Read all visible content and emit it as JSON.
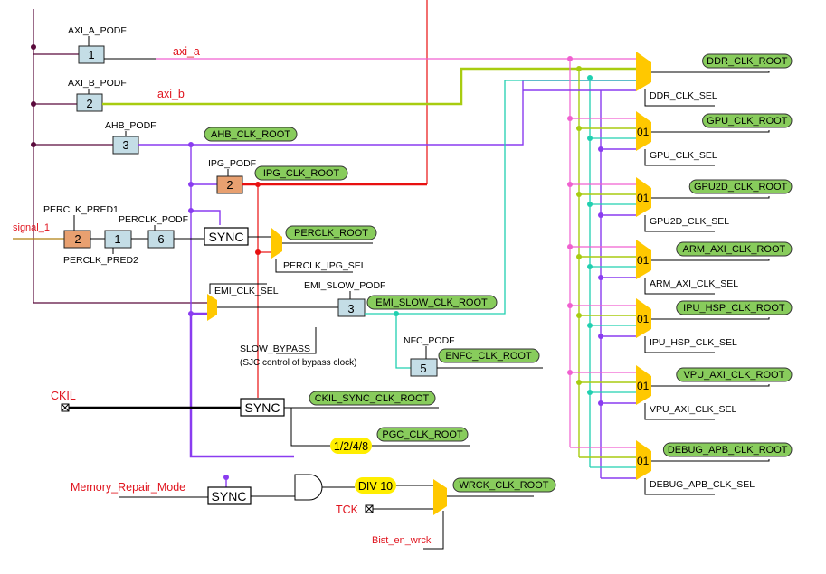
{
  "diagram": {
    "title": "Clock tree schematic",
    "colors": {
      "divider_box": "#c4dde6",
      "divider_box_orange": "#e8a070",
      "clock_root_pill": "#88cc5c",
      "mux": "#ffc800",
      "fixed_divider": "#ffee00",
      "signal_label": "#e0141e",
      "net_pink": "#f060d0",
      "net_lime": "#a8cc10",
      "net_teal": "#20d0b0",
      "net_purple": "#8a3cf0",
      "net_red": "#e81010",
      "net_darkpurple": "#5a0a3c"
    },
    "signals": {
      "axi_a": "axi_a",
      "axi_b": "axi_b",
      "signal_1": "signal_1",
      "ckil": "CKIL",
      "memory_repair_mode": "Memory_Repair_Mode",
      "tck": "TCK",
      "bist_en_wrck": "Bist_en_wrck"
    },
    "dividers": {
      "axi_a_podf": {
        "label": "AXI_A_PODF",
        "value": "1"
      },
      "axi_b_podf": {
        "label": "AXI_B_PODF",
        "value": "2"
      },
      "ahb_podf": {
        "label": "AHB_PODF",
        "value": "3"
      },
      "ipg_podf": {
        "label": "IPG_PODF",
        "value": "2"
      },
      "perclk_pred1": {
        "label": "PERCLK_PRED1",
        "value": "2"
      },
      "perclk_pred2": {
        "label": "PERCLK_PRED2",
        "value": "1"
      },
      "perclk_podf": {
        "label": "PERCLK_PODF",
        "value": "6"
      },
      "emi_slow_podf": {
        "label": "EMI_SLOW_PODF",
        "value": "3"
      },
      "nfc_podf": {
        "label": "NFC_PODF",
        "value": "5"
      }
    },
    "sync_blocks": {
      "perclk": "SYNC",
      "ckil": "SYNC",
      "memory_repair": "SYNC"
    },
    "clock_roots": {
      "ahb": "AHB_CLK_ROOT",
      "ipg": "IPG_CLK_ROOT",
      "perclk": "PERCLK_ROOT",
      "emi_slow": "EMI_SLOW_CLK_ROOT",
      "enfc": "ENFC_CLK_ROOT",
      "ckil_sync": "CKIL_SYNC_CLK_ROOT",
      "pgc": "PGC_CLK_ROOT",
      "wrck": "WRCK_CLK_ROOT"
    },
    "selectors": {
      "perclk_ipg_sel": "PERCLK_IPG_SEL",
      "emi_clk_sel": "EMI_CLK_SEL"
    },
    "slow_bypass": {
      "label": "SLOW_BYPASS",
      "note": "(SJC control of bypass clock)"
    },
    "fixed_dividers": {
      "pgc": "1/2/4/8",
      "wrck": "DIV 10"
    },
    "right_muxes": [
      {
        "root": "DDR_CLK_ROOT",
        "sel": "DDR_CLK_SEL",
        "code": ""
      },
      {
        "root": "GPU_CLK_ROOT",
        "sel": "GPU_CLK_SEL",
        "code": "01"
      },
      {
        "root": "GPU2D_CLK_ROOT",
        "sel": "GPU2D_CLK_SEL",
        "code": "01"
      },
      {
        "root": "ARM_AXI_CLK_ROOT",
        "sel": "ARM_AXI_CLK_SEL",
        "code": "01"
      },
      {
        "root": "IPU_HSP_CLK_ROOT",
        "sel": "IPU_HSP_CLK_SEL",
        "code": "01"
      },
      {
        "root": "VPU_AXI_CLK_ROOT",
        "sel": "VPU_AXI_CLK_SEL",
        "code": "01"
      },
      {
        "root": "DEBUG_APB_CLK_ROOT",
        "sel": "DEBUG_APB_CLK_SEL",
        "code": "01"
      }
    ]
  }
}
